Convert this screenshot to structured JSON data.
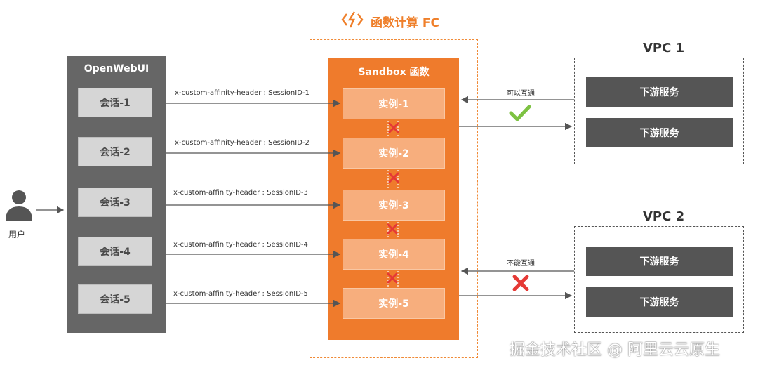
{
  "fc": {
    "title": "函数计算 FC",
    "icon": "fc-logo-icon"
  },
  "user": {
    "label": "用户",
    "icon": "user-icon"
  },
  "openwebui": {
    "title": "OpenWebUI",
    "sessions": [
      "会话-1",
      "会话-2",
      "会话-3",
      "会话-4",
      "会话-5"
    ]
  },
  "sandbox": {
    "title": "Sandbox 函数",
    "instances": [
      "实例-1",
      "实例-2",
      "实例-3",
      "实例-4",
      "实例-5"
    ]
  },
  "headers": [
    "x-custom-affinity-header : SessionID-1",
    "x-custom-affinity-header : SessionID-2",
    "x-custom-affinity-header : SessionID-3",
    "x-custom-affinity-header : SessionID-4",
    "x-custom-affinity-header : SessionID-5"
  ],
  "vpc1": {
    "title": "VPC 1",
    "services": [
      "下游服务",
      "下游服务"
    ],
    "connection_label": "可以互通"
  },
  "vpc2": {
    "title": "VPC 2",
    "services": [
      "下游服务",
      "下游服务"
    ],
    "connection_label": "不能互通"
  },
  "watermark": "掘金技术社区 @ 阿里云云原生",
  "colors": {
    "orange": "#ef7b2c",
    "gray_dark": "#555555",
    "check_green": "#7dc242",
    "cross_red": "#e53935"
  }
}
